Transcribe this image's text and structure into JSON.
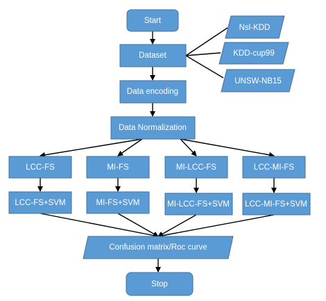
{
  "flowchart": {
    "start": "Start",
    "dataset": "Dataset",
    "datasets": [
      "Nsl-KDD",
      "KDD-cup99",
      "UNSW-NB15"
    ],
    "encoding": "Data encoding",
    "normalization": "Data Normalization",
    "feature_selection": [
      "LCC-FS",
      "MI-FS",
      "MI-LCC-FS",
      "LCC-MI-FS"
    ],
    "classifiers": [
      "LCC-FS+SVM",
      "MI-FS+SVM",
      "MI-LCC-FS+SVM",
      "LCC-MI-FS+SVM"
    ],
    "evaluation": "Confusion matrix/Roc curve",
    "stop": "Stop"
  },
  "colors": {
    "node_fill": "#5b9bd5",
    "node_border": "#41719c",
    "node_text": "#ffffff",
    "arrow": "#000000"
  }
}
